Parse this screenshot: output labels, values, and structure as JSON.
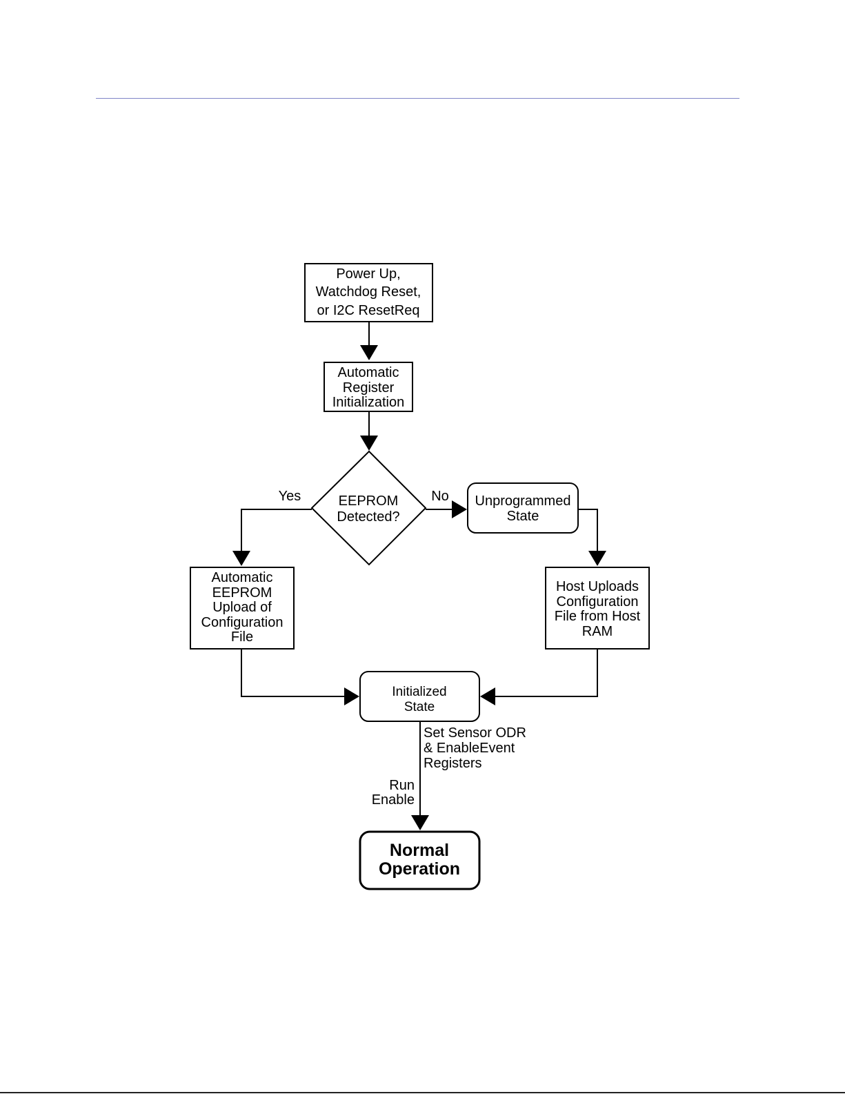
{
  "header": {
    "rule_color": "#7f83c6"
  },
  "flowchart": {
    "start": {
      "line1": "Power Up,",
      "line2": "Watchdog Reset,",
      "line3": "or I2C ResetReq"
    },
    "register_init": {
      "line1": "Automatic",
      "line2": "Register",
      "line3": "Initialization"
    },
    "decision": {
      "line1": "EEPROM",
      "line2": "Detected?"
    },
    "yes_label": "Yes",
    "no_label": "No",
    "unprogrammed": {
      "line1": "Unprogrammed",
      "line2": "State"
    },
    "eeprom_upload": {
      "line1": "Automatic",
      "line2": "EEPROM",
      "line3": "Upload of",
      "line4": "Configuration",
      "line5": "File"
    },
    "host_upload": {
      "line1": "Host Uploads",
      "line2": "Configuration",
      "line3": "File from Host",
      "line4": "RAM"
    },
    "initialized": {
      "line1": "Initialized",
      "line2": "State"
    },
    "set_label": {
      "line1": "Set Sensor ODR",
      "line2": "& EnableEvent",
      "line3": "Registers"
    },
    "run_label": {
      "line1": "Run",
      "line2": "Enable"
    },
    "normal": {
      "line1": "Normal",
      "line2": "Operation"
    }
  }
}
